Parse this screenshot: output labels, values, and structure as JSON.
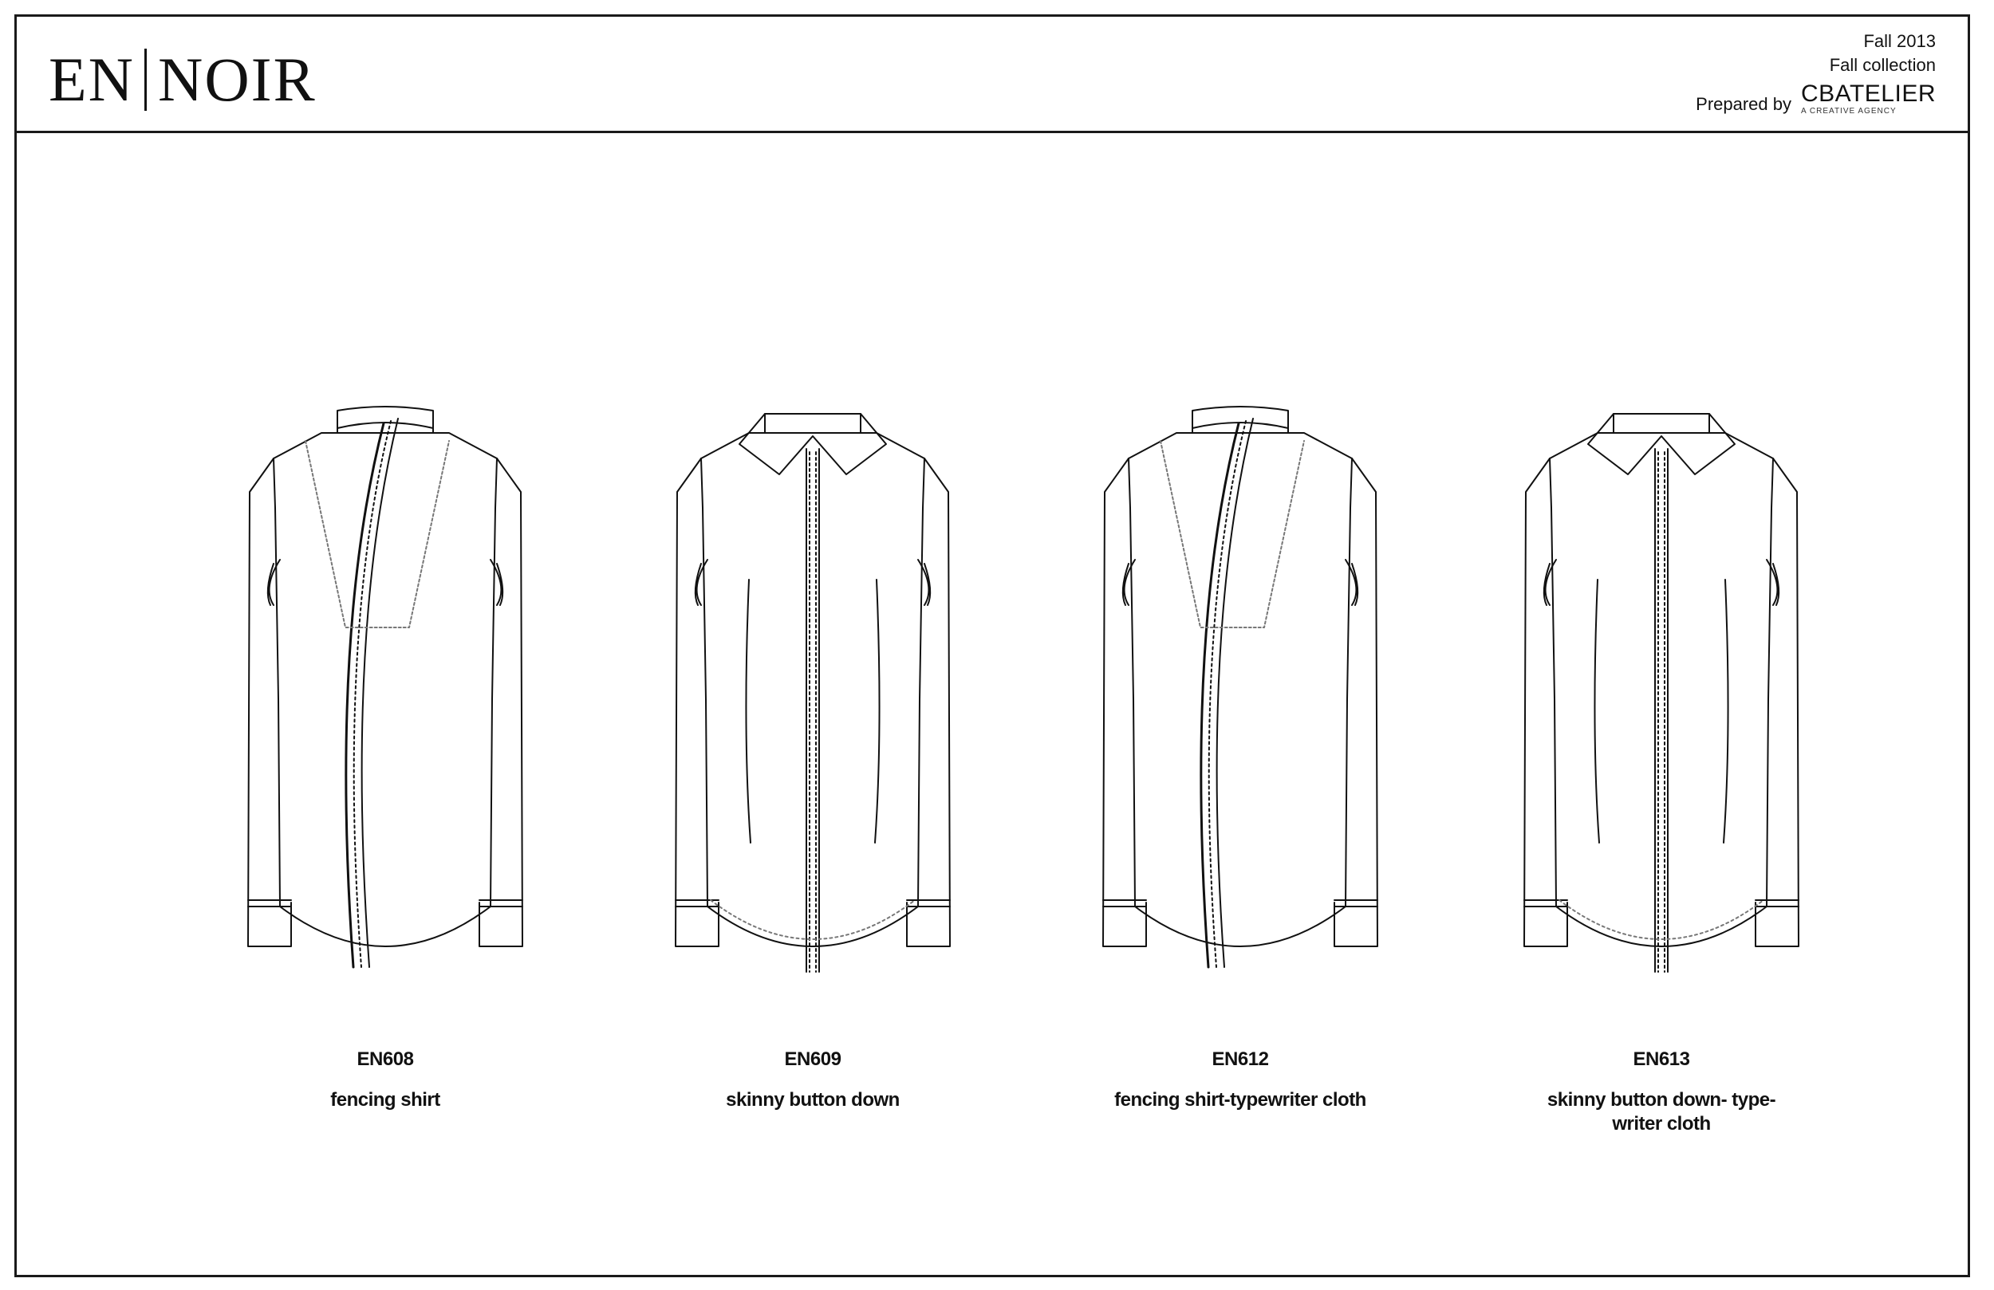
{
  "header": {
    "brand_left": "EN",
    "brand_right": "NOIR",
    "season": "Fall 2013",
    "collection": "Fall collection",
    "prepared_by_label": "Prepared by",
    "agency_name": "CBATELIER",
    "agency_tagline": "A CREATIVE AGENCY"
  },
  "garments": [
    {
      "code": "EN608",
      "description": "fencing shirt",
      "style": "fencing"
    },
    {
      "code": "EN609",
      "description": "skinny button down",
      "style": "button-down"
    },
    {
      "code": "EN612",
      "description": "fencing shirt-typewriter cloth",
      "style": "fencing"
    },
    {
      "code": "EN613",
      "description": "skinny button down- type-\nwriter cloth",
      "style": "button-down"
    }
  ]
}
